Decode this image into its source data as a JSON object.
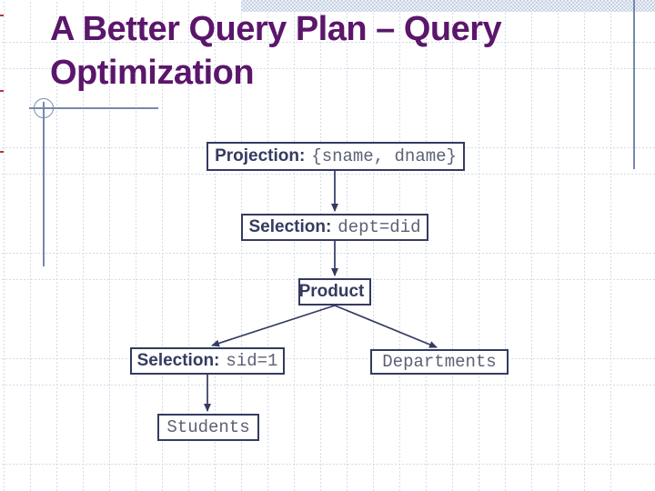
{
  "slide": {
    "title": "A Better Query Plan – Query Optimization"
  },
  "diagram": {
    "nodes": [
      {
        "id": "projection",
        "label": "Projection:",
        "value": "{sname, dname}"
      },
      {
        "id": "selection-dept",
        "label": "Selection:",
        "value": "dept=did"
      },
      {
        "id": "product",
        "label": "Product",
        "value": ""
      },
      {
        "id": "selection-sid",
        "label": "Selection:",
        "value": "sid=1"
      },
      {
        "id": "departments",
        "label": "",
        "value": "Departments"
      },
      {
        "id": "students",
        "label": "",
        "value": "Students"
      }
    ]
  },
  "colors": {
    "title_text": "#5b166b",
    "node_border": "#343b60",
    "node_label_text": "#343b60",
    "node_mono_text": "#5c6174",
    "ornament_blue": "#7589ae",
    "grid_line": "#d3dae8",
    "band_checker": "#c7d3e4",
    "edge_tick_red": "#b23a3a",
    "background": "#ffffff"
  }
}
